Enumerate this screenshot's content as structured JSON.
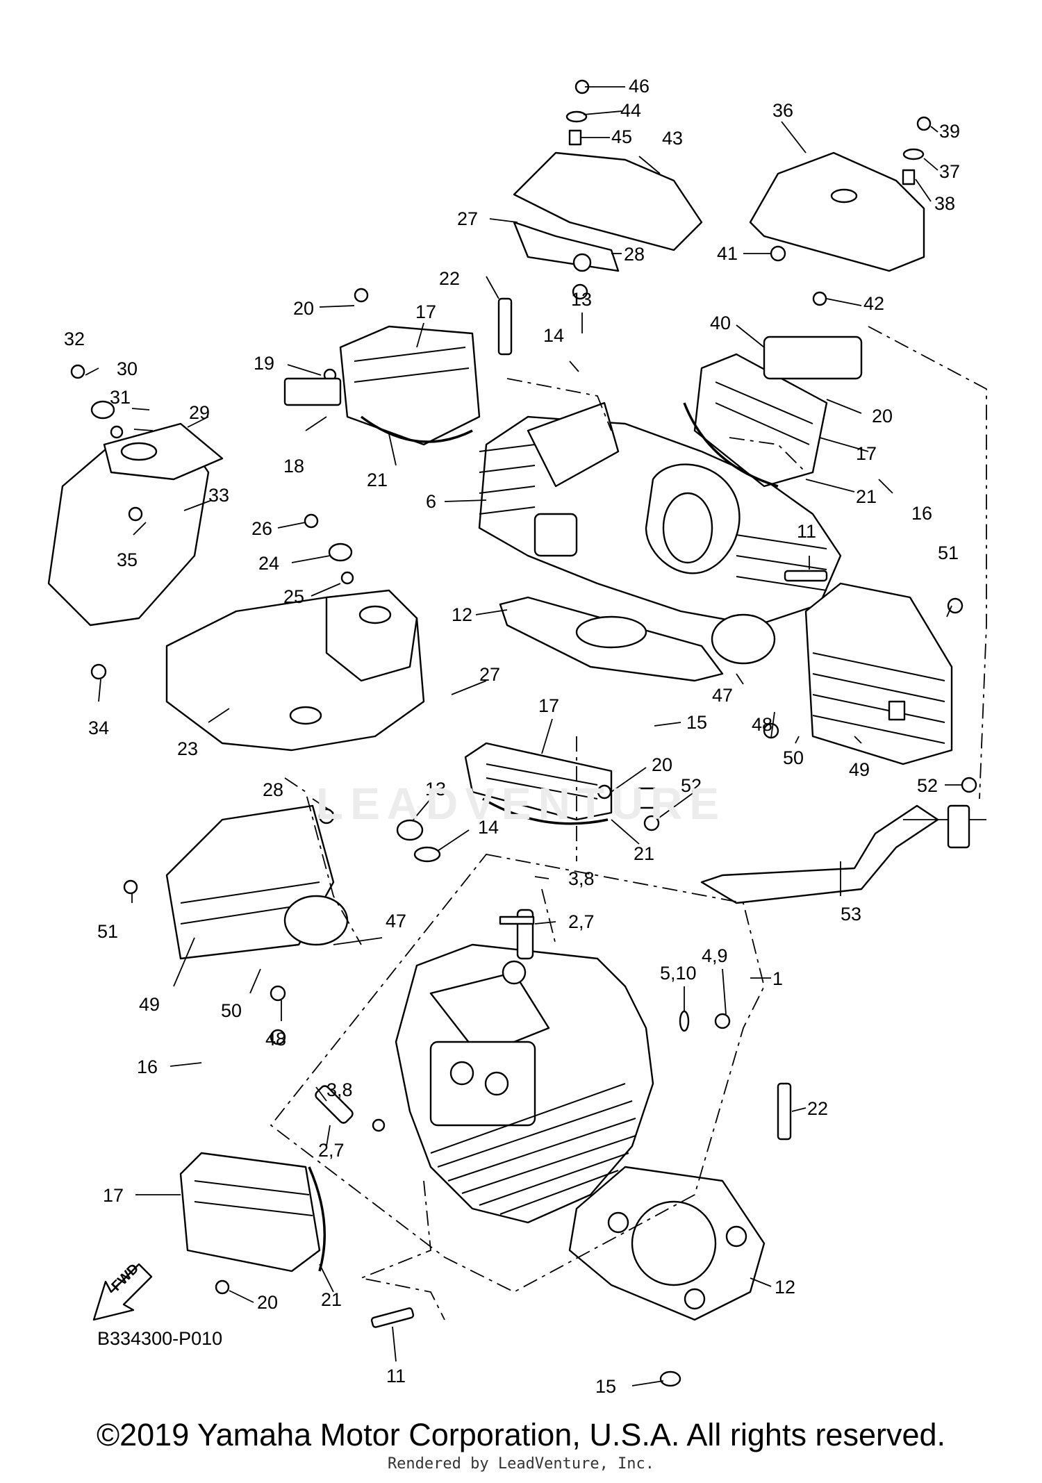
{
  "diagram_code": "B334300-P010",
  "fwd_label": "FWD",
  "watermark": "LEADVENTURE",
  "copyright": "©2019 Yamaha Motor Corporation, U.S.A. All rights reserved.",
  "render_credit": "Rendered by LeadVenture, Inc.",
  "callouts": [
    {
      "label": "46"
    },
    {
      "label": "44"
    },
    {
      "label": "45"
    },
    {
      "label": "43"
    },
    {
      "label": "36"
    },
    {
      "label": "39"
    },
    {
      "label": "37"
    },
    {
      "label": "38"
    },
    {
      "label": "27"
    },
    {
      "label": "28"
    },
    {
      "label": "41"
    },
    {
      "label": "42"
    },
    {
      "label": "40"
    },
    {
      "label": "22"
    },
    {
      "label": "13"
    },
    {
      "label": "14"
    },
    {
      "label": "20"
    },
    {
      "label": "17"
    },
    {
      "label": "19"
    },
    {
      "label": "18"
    },
    {
      "label": "21"
    },
    {
      "label": "32"
    },
    {
      "label": "30"
    },
    {
      "label": "31"
    },
    {
      "label": "29"
    },
    {
      "label": "33"
    },
    {
      "label": "35"
    },
    {
      "label": "6"
    },
    {
      "label": "20"
    },
    {
      "label": "17"
    },
    {
      "label": "21"
    },
    {
      "label": "16"
    },
    {
      "label": "26"
    },
    {
      "label": "24"
    },
    {
      "label": "25"
    },
    {
      "label": "11"
    },
    {
      "label": "51"
    },
    {
      "label": "12"
    },
    {
      "label": "34"
    },
    {
      "label": "27"
    },
    {
      "label": "47"
    },
    {
      "label": "48"
    },
    {
      "label": "23"
    },
    {
      "label": "17"
    },
    {
      "label": "15"
    },
    {
      "label": "50"
    },
    {
      "label": "49"
    },
    {
      "label": "52"
    },
    {
      "label": "20"
    },
    {
      "label": "28"
    },
    {
      "label": "13"
    },
    {
      "label": "52"
    },
    {
      "label": "14"
    },
    {
      "label": "21"
    },
    {
      "label": "53"
    },
    {
      "label": "3,8"
    },
    {
      "label": "2,7"
    },
    {
      "label": "47"
    },
    {
      "label": "51"
    },
    {
      "label": "4,9"
    },
    {
      "label": "5,10"
    },
    {
      "label": "1"
    },
    {
      "label": "49"
    },
    {
      "label": "50"
    },
    {
      "label": "48"
    },
    {
      "label": "16"
    },
    {
      "label": "3,8"
    },
    {
      "label": "2,7"
    },
    {
      "label": "22"
    },
    {
      "label": "17"
    },
    {
      "label": "12"
    },
    {
      "label": "21"
    },
    {
      "label": "20"
    },
    {
      "label": "11"
    },
    {
      "label": "15"
    }
  ]
}
